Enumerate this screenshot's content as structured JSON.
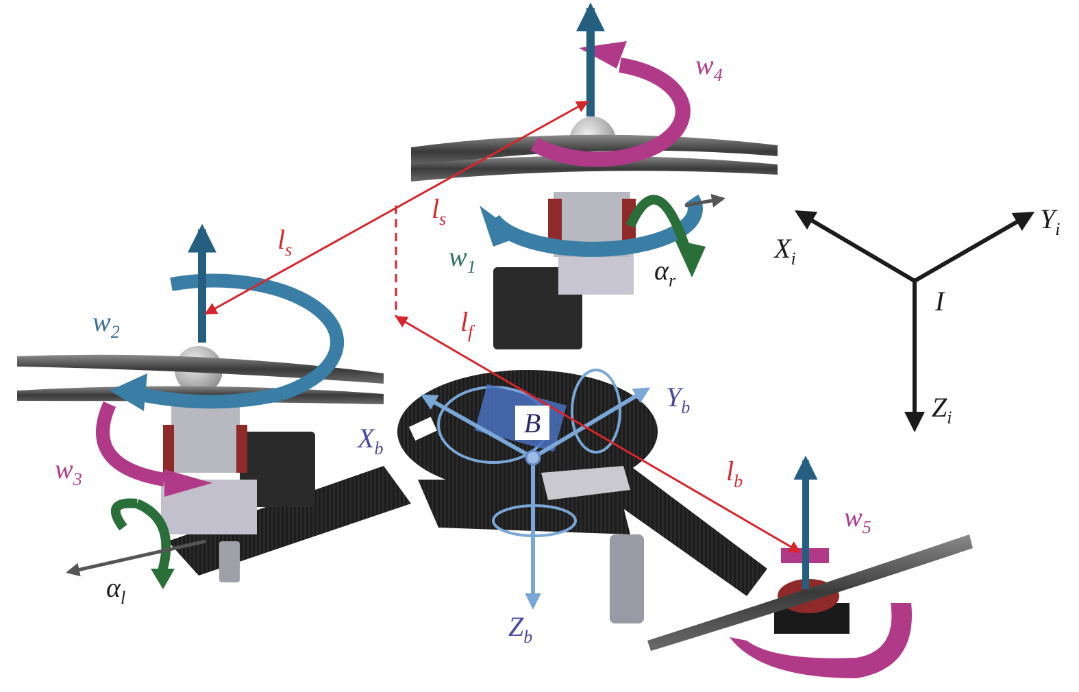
{
  "figure": {
    "description": "Tri-rotor (Y6-style) UAV CAD model with inertial and body frames, rotor speeds, arm lengths and tilt angles",
    "inertial_frame": {
      "name": "I",
      "x_axis": {
        "base": "X",
        "sub": "i"
      },
      "y_axis": {
        "base": "Y",
        "sub": "i"
      },
      "z_axis": {
        "base": "Z",
        "sub": "i"
      },
      "origin_label": "I"
    },
    "body_frame": {
      "name": "B",
      "x_axis": {
        "base": "X",
        "sub": "b"
      },
      "y_axis": {
        "base": "Y",
        "sub": "b"
      },
      "z_axis": {
        "base": "Z",
        "sub": "b"
      },
      "origin_label": "B"
    },
    "rotor_speeds": [
      {
        "base": "w",
        "sub": "1"
      },
      {
        "base": "w",
        "sub": "2"
      },
      {
        "base": "w",
        "sub": "3"
      },
      {
        "base": "w",
        "sub": "4"
      },
      {
        "base": "w",
        "sub": "5"
      }
    ],
    "lengths": {
      "ls_left": {
        "base": "l",
        "sub": "s"
      },
      "ls_right": {
        "base": "l",
        "sub": "s"
      },
      "lf": {
        "base": "l",
        "sub": "f"
      },
      "lb": {
        "base": "l",
        "sub": "b"
      }
    },
    "tilt_angles": {
      "alpha_r": {
        "base": "α",
        "sub": "r"
      },
      "alpha_l": {
        "base": "α",
        "sub": "l"
      }
    },
    "colors": {
      "dimension_red": "#d7252c",
      "rotation_magenta": "#b03a88",
      "rotation_blue": "#3a7ea6",
      "thrust_arrow": "#245f80",
      "tilt_green": "#2a6e3a",
      "body_frame_blue": "#7aa7d6",
      "frame_black": "#1b1b1b",
      "carbon": "#1e1e1e"
    }
  }
}
